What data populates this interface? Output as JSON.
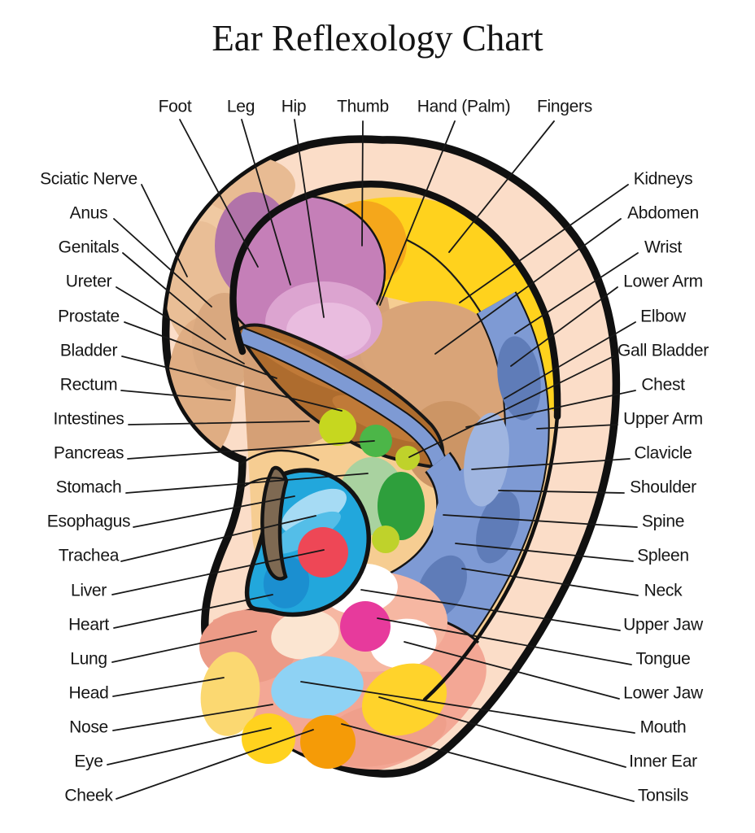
{
  "title": "Ear Reflexology Chart",
  "labels": {
    "top": [
      "Foot",
      "Leg",
      "Hip",
      "Thumb",
      "Hand (Palm)",
      "Fingers"
    ],
    "left": [
      "Sciatic Nerve",
      "Anus",
      "Genitals",
      "Ureter",
      "Prostate",
      "Bladder",
      "Rectum",
      "Intestines",
      "Pancreas",
      "Stomach",
      "Esophagus",
      "Trachea",
      "Liver",
      "Heart",
      "Lung",
      "Head",
      "Nose",
      "Eye",
      "Cheek"
    ],
    "right": [
      "Kidneys",
      "Abdomen",
      "Wrist",
      "Lower Arm",
      "Elbow",
      "Gall Bladder",
      "Chest",
      "Upper Arm",
      "Clavicle",
      "Shoulder",
      "Spine",
      "Spleen",
      "Neck",
      "Upper Jaw",
      "Tongue",
      "Lower Jaw",
      "Mouth",
      "Inner Ear",
      "Tonsils"
    ]
  },
  "colors": {
    "outline": "#101010",
    "rim_peach": "#FBDDC8",
    "rim_shade": "#E2B18A",
    "inner_sand": "#F6CD92",
    "yellow": "#FFD21D",
    "orange_circle": "#F5A71B",
    "magenta": "#C57FB8",
    "magenta_light": "#E2A7D4",
    "blue_band": "#7E9AD4",
    "blue_band_dark": "#5F7CB8",
    "brown_band": "#AE6C2E",
    "yellow_green": "#C6D71F",
    "green": "#2E9F3C",
    "green_light": "#A9D2A0",
    "tragus_cyan": "#22A7DC",
    "tragus_lightblue": "#A6DBF4",
    "heart_red": "#EE4756",
    "crescent_brown": "#7E6952",
    "lobe_salmon": "#F3A795",
    "lobe_white": "#FFFFFF",
    "lobe_magenta": "#E73A9C",
    "lobe_blue": "#8ED2F4",
    "lobe_yellow": "#FFD32B",
    "lobe_orange": "#F59B07"
  }
}
